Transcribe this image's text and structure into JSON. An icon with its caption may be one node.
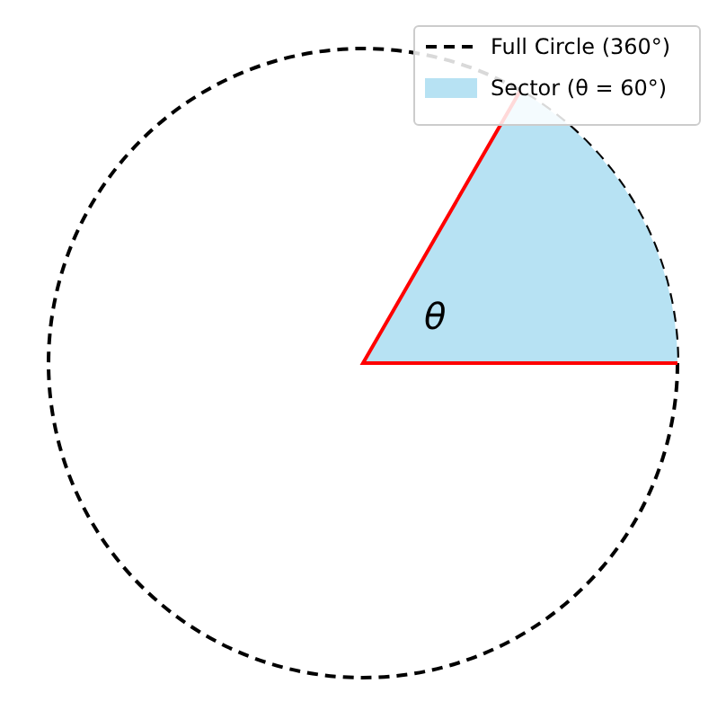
{
  "diagram": {
    "labels": [
      "θ"
    ],
    "legend": [
      {
        "text": "Full Circle (360°)"
      },
      {
        "text": "Sector (θ = 60°)",
        "color": "#b7e2f3"
      }
    ]
  }
}
